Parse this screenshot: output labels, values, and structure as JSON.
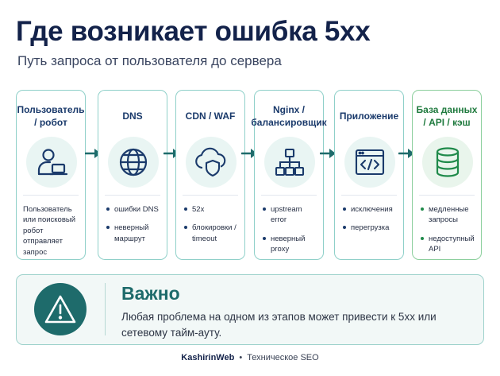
{
  "header": {
    "title": "Где возникает ошибка 5xx",
    "subtitle": "Путь запроса от пользователя до сервера"
  },
  "stages": [
    {
      "title": "Пользователь / робот",
      "icon": "user-laptop-icon",
      "text": "Пользователь или поисковый робот отправляет запрос"
    },
    {
      "title": "DNS",
      "icon": "globe-icon",
      "bullets": [
        "ошибки DNS",
        "неверный маршрут"
      ]
    },
    {
      "title": "CDN / WAF",
      "icon": "cloud-shield-icon",
      "bullets": [
        "52x",
        "блокировки / timeout"
      ]
    },
    {
      "title": "Nginx / балансировщик",
      "icon": "network-tree-icon",
      "bullets": [
        "upstream error",
        "неверный proxy"
      ]
    },
    {
      "title": "Приложение",
      "icon": "code-window-icon",
      "bullets": [
        "исключения",
        "перегрузка"
      ]
    },
    {
      "title": "База данных / API / кэш",
      "icon": "database-icon",
      "bullets": [
        "медленные запросы",
        "недоступный API"
      ]
    }
  ],
  "note": {
    "icon": "warning-triangle-icon",
    "title": "Важно",
    "text": "Любая проблема на одном из этапов может привести к 5xx или сетевому тайм-ауту."
  },
  "footer": {
    "brand": "KashirinWeb",
    "separator": "•",
    "topic": "Техническое SEO"
  },
  "colors": {
    "navy": "#1a3a6b",
    "teal": "#1e6b6b",
    "green": "#1f8a4a",
    "card_border": "#8fd0c9",
    "icon_bg": "#e9f5f3"
  }
}
